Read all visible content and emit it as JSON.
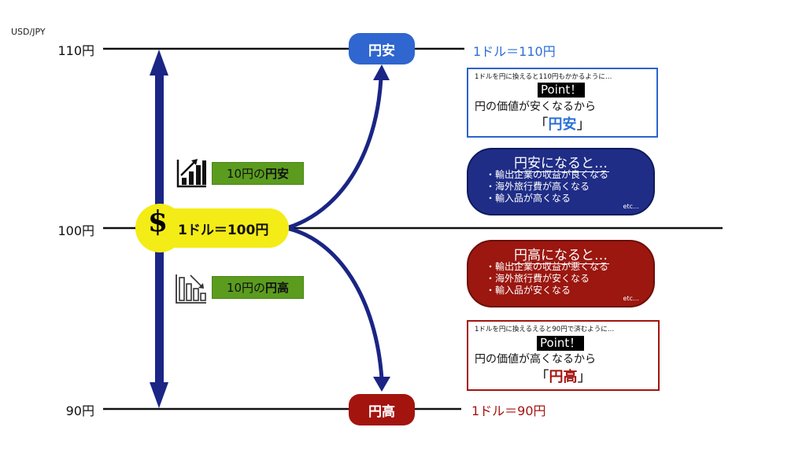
{
  "pair_label": "USD/JPY",
  "axis": {
    "levels": [
      {
        "label": "110円",
        "value": 110
      },
      {
        "label": "100円",
        "value": 100
      },
      {
        "label": "90円",
        "value": 90
      }
    ]
  },
  "base": {
    "icon": "dollar-sign-icon",
    "symbol": "$",
    "text": "1ドル＝100円"
  },
  "weak_yen": {
    "pill": "円安",
    "rate": "1ドル＝110円",
    "color": "#2f66cf",
    "tag": {
      "prefix": "10円の",
      "emphasis": "円安",
      "icon": "chart-up-icon"
    },
    "point_box": {
      "note": "1ドルを円に換えると110円もかかるように…",
      "point": "Point！",
      "body": "円の価値が安くなるから",
      "open_bracket": "「",
      "word": "円安",
      "close_bracket": "」"
    },
    "effects": {
      "title": "円安になると…",
      "items": [
        "輸出企業の収益が良くなる",
        "海外旅行費が高くなる",
        "輸入品が高くなる"
      ],
      "etc": "etc…",
      "color": "#1f2d86"
    }
  },
  "strong_yen": {
    "pill": "円高",
    "rate": "1ドル＝90円",
    "color": "#a3140f",
    "tag": {
      "prefix": "10円の",
      "emphasis": "円高",
      "icon": "chart-down-icon"
    },
    "point_box": {
      "note": "1ドルを円に換えるえると90円で済むように…",
      "point": "Point！",
      "body": "円の価値が高くなるから",
      "open_bracket": "「",
      "word": "円高",
      "close_bracket": "」"
    },
    "effects": {
      "title": "円高になると…",
      "items": [
        "輸出企業の収益が悪くなる",
        "海外旅行費が安くなる",
        "輸入品が安くなる"
      ],
      "etc": "etc…",
      "color": "#9b1710"
    }
  }
}
